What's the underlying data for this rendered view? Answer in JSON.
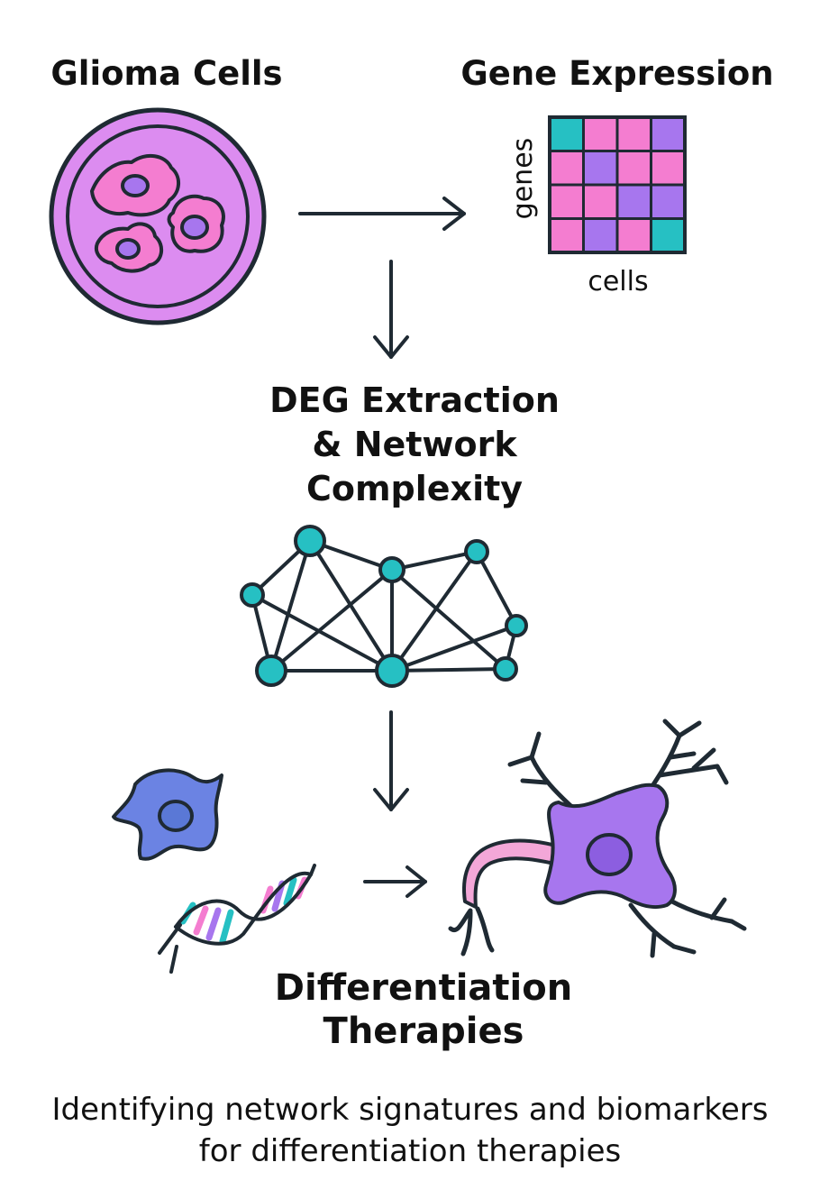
{
  "steps": {
    "glioma": {
      "title": "Glioma Cells"
    },
    "expression": {
      "title": "Gene Expression",
      "x_axis_label": "cells",
      "y_axis_label": "genes"
    },
    "network": {
      "title_lines": [
        "DEG Extraction",
        "& Network",
        "Complexity"
      ]
    },
    "therapy": {
      "title_lines": [
        "Differentiation",
        "Therapies"
      ]
    }
  },
  "caption_lines": [
    "Identifying network signatures and biomarkers",
    "for differentiation therapies"
  ],
  "colors": {
    "teal": "#26c0c3",
    "pink": "#f47dd0",
    "purple": "#a776ee",
    "dish_fill": "#dc8cf0",
    "outline": "#1f2a33"
  },
  "heatmap": {
    "rows": [
      [
        "teal",
        "pink",
        "pink",
        "purple"
      ],
      [
        "pink",
        "purple",
        "pink",
        "pink"
      ],
      [
        "pink",
        "pink",
        "purple",
        "purple"
      ],
      [
        "pink",
        "purple",
        "pink",
        "teal"
      ]
    ]
  },
  "icons": [
    "petri-dish-icon",
    "heatmap-icon",
    "gene-network-icon",
    "stem-cell-icon",
    "dna-helix-icon",
    "neuron-icon",
    "arrow-icon"
  ]
}
